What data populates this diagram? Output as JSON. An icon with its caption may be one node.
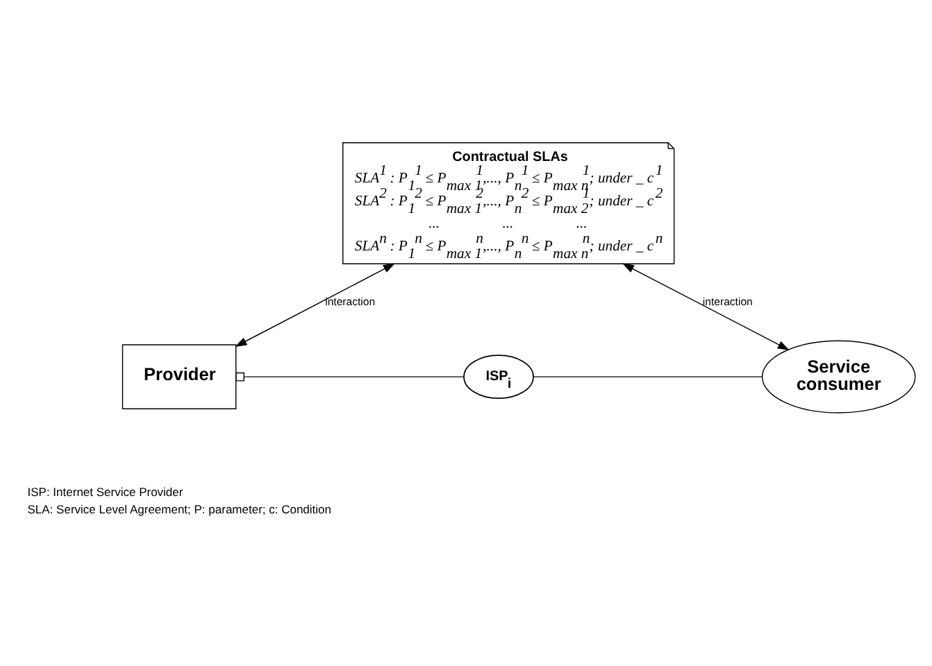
{
  "diagram": {
    "nodes": [
      {
        "text": [
          "Contractual SLAs",
          "SLA$^{1}$ : P$_{1}$$^{1}$ ≤ P$_{max 1}$$^{1}$,..., P$_{n}$$^{1}$ ≤ P$_{max n}$$^{1}$; under _ c$^{1}$",
          "SLA$^{2}$ : P$_{1}$$^{2}$ ≤ P$_{max 1}$$^{2}$,..., P$_{n}$$^{2}$ ≤ P$_{max 2}$$^{1}$; under _ c$^{2}$",
          "...                 ...                 ...",
          "SLA$^{n}$ : P$_{1}$$^{n}$ ≤ P$_{max 1}$$^{n}$,..., P$_{n}$$^{n}$ ≤ P$_{max n}$$^{n}$; under _ c$^{n}$"
        ]
      },
      {
        "text": [
          "Provider"
        ]
      },
      {
        "text": [
          "ISP$_{i}$"
        ]
      },
      {
        "text": [
          "Service consumer"
        ]
      }
    ],
    "edges": [
      {
        "from": 0,
        "to": 1,
        "arrow": "both",
        "label": "interaction"
      },
      {
        "from": 0,
        "to": 3,
        "arrow": "both",
        "label": "interaction"
      },
      {
        "from": 1,
        "to": 2,
        "arrow": "other"
      },
      {
        "from": 2,
        "to": 3,
        "arrow": "none"
      }
    ],
    "labels": [
      "ISP: Internet Service Provider",
      "SLA: Service Level Agreement; P: parameter; c: Condition"
    ]
  }
}
